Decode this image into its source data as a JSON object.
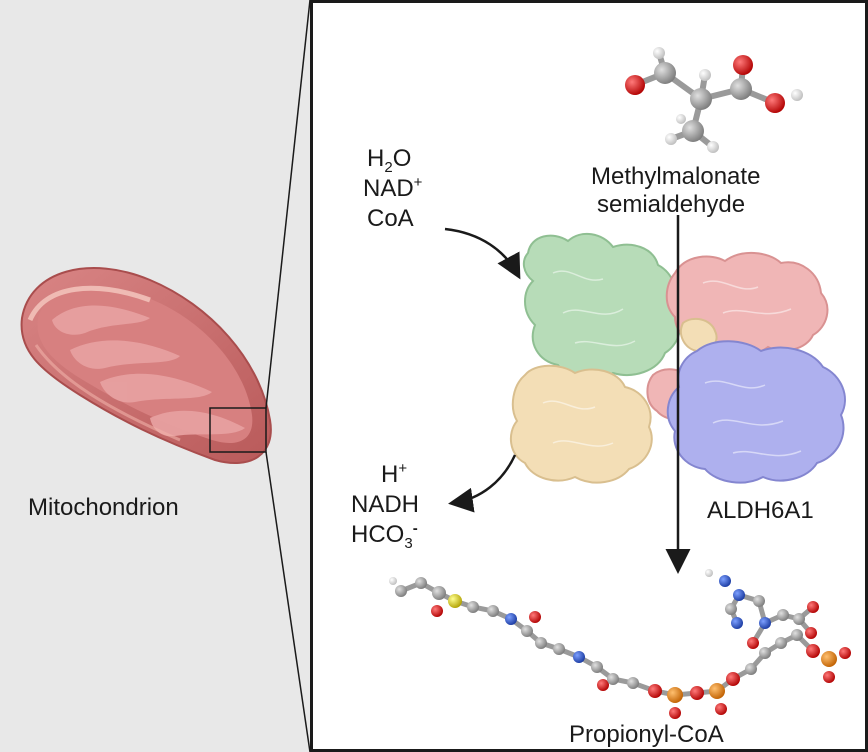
{
  "mitochondrion": {
    "label": "Mitochondrion"
  },
  "inputs": {
    "water": {
      "base": "H",
      "sub": "2",
      "tail": "O"
    },
    "nad": {
      "base": "NAD",
      "sup": "+"
    },
    "coa": {
      "text": "CoA"
    }
  },
  "outputs": {
    "proton": {
      "base": "H",
      "sup": "+"
    },
    "nadh": {
      "text": "NADH"
    },
    "bicarbonate": {
      "base": "HCO",
      "sub": "3",
      "sup": "-"
    }
  },
  "substrate": {
    "line1": "Methylmalonate",
    "line2": "semialdehyde"
  },
  "enzyme": {
    "label": "ALDH6A1"
  },
  "product": {
    "label": "Propionyl-CoA"
  },
  "colors": {
    "mito_outer": "#c96b6b",
    "mito_inner": "#e7a0a0",
    "subunit_green": "#b7dcb8",
    "subunit_pink": "#f0b6b6",
    "subunit_tan": "#f3deb6",
    "subunit_blue": "#aeb0ee",
    "atom_carbon": "#9a9a9a",
    "atom_oxygen": "#e02020",
    "atom_nitrogen": "#2c59d6",
    "atom_phosphorus": "#f08a10",
    "atom_sulfur": "#f0e020",
    "atom_hydrogen": "#ffffff"
  }
}
